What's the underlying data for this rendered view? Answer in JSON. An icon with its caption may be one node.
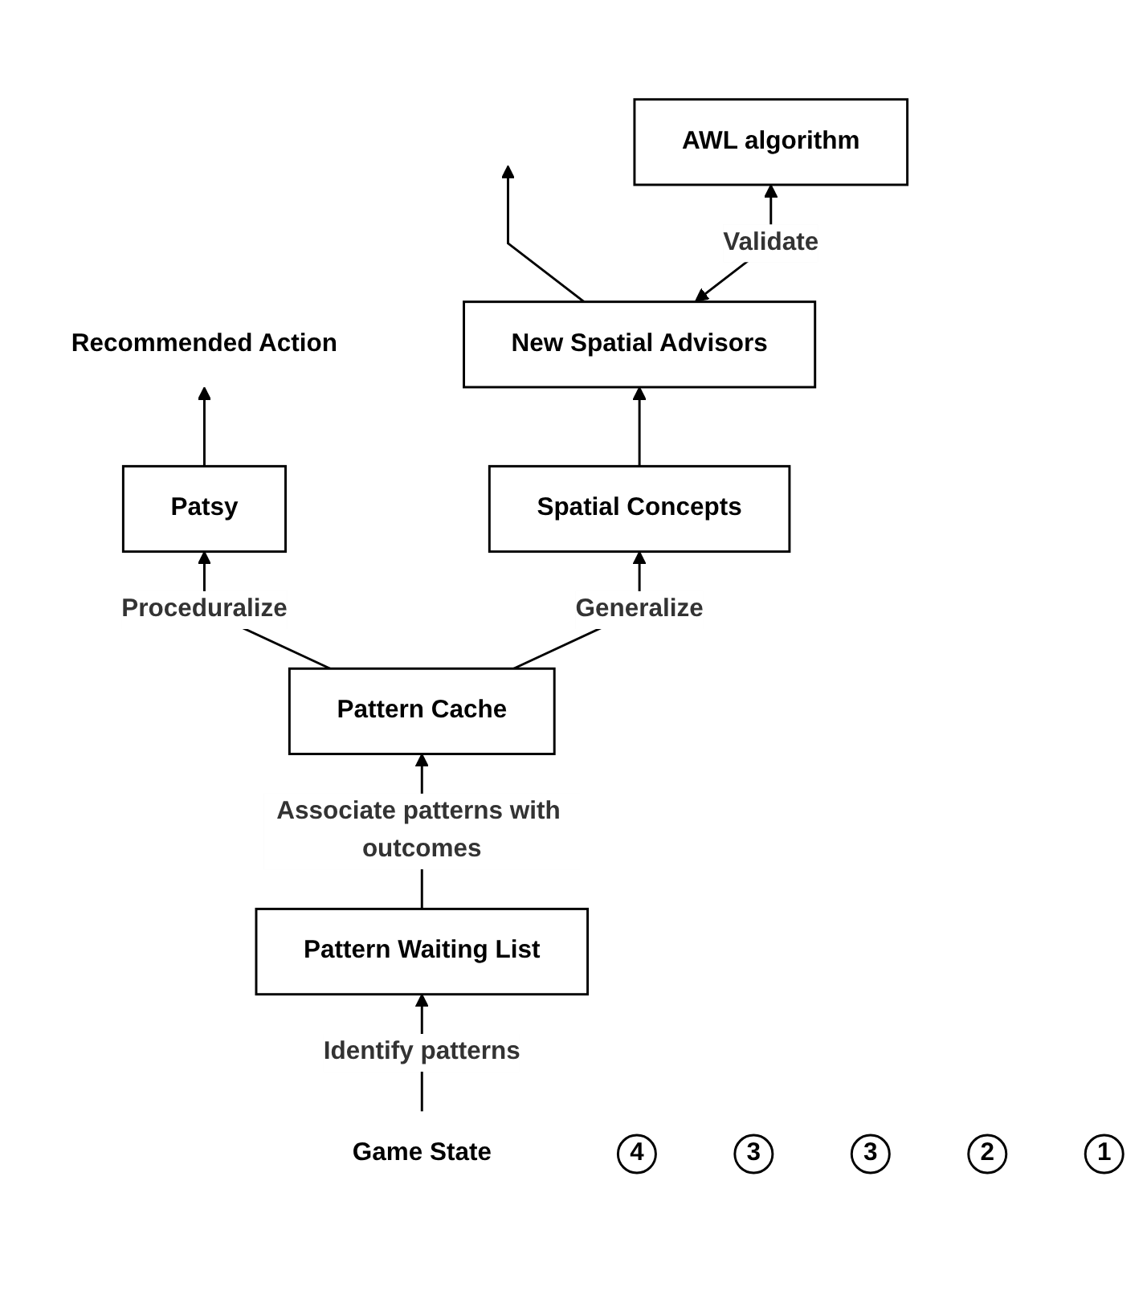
{
  "diagram": {
    "nodes": [
      {
        "text": [
          "Recommended Action"
        ]
      },
      {
        "text": [
          "Patsy"
        ]
      },
      {
        "text": [
          "New Spatial Advisors"
        ]
      },
      {
        "text": [
          "AWL algorithm"
        ]
      },
      {
        "text": [
          "Spatial Concepts"
        ]
      },
      {
        "text": [
          "Pattern Cache"
        ]
      },
      {
        "text": [
          "Pattern Waiting List"
        ]
      },
      {
        "text": [
          "Game State"
        ]
      },
      {
        "text": [
          "4"
        ]
      },
      {
        "text": [
          "3"
        ]
      },
      {
        "text": [
          "3"
        ]
      },
      {
        "text": [
          "2"
        ]
      },
      {
        "text": [
          "1"
        ]
      }
    ],
    "edges": [
      {
        "from": 1,
        "to": 0,
        "arrow": "to"
      },
      {
        "from": 2,
        "to": null,
        "arrow": "to"
      },
      {
        "from": 2,
        "to": 3,
        "arrow": "both",
        "label": "Validate"
      },
      {
        "from": 5,
        "to": 1,
        "arrow": "to",
        "label": "Proceduralize"
      },
      {
        "from": 4,
        "to": 2,
        "arrow": "to"
      },
      {
        "from": 5,
        "to": 4,
        "arrow": "to",
        "label": "Generalize"
      },
      {
        "from": 6,
        "to": 5,
        "arrow": "to",
        "label": "Associate patterns with outcomes"
      },
      {
        "from": 7,
        "to": 6,
        "arrow": "to",
        "label": "Identify patterns"
      }
    ]
  }
}
